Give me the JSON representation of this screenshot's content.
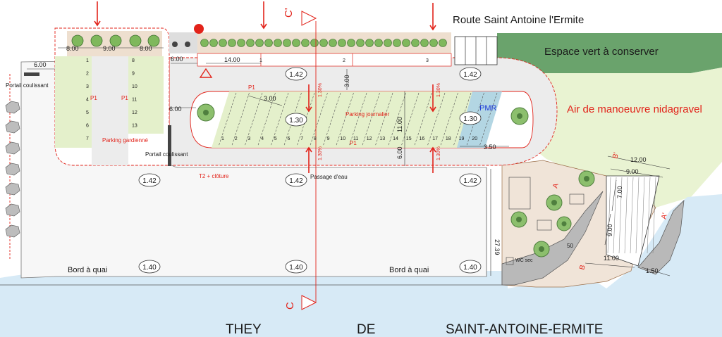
{
  "road_label": "Route Saint Antoine l'Ermite",
  "green_space_label": "Espace vert à conserver",
  "maneuver_area_label": "Air de manoeuvre nidagravel",
  "bottom_text": [
    "THEY",
    "DE",
    "SAINT-ANTOINE-ERMITE"
  ],
  "labels": {
    "portail_left": "Portail coulissant",
    "portail_mid": "Portail coulissant",
    "parking_gardienne": "Parking gardienné",
    "parking_journalier": "Parking journalier",
    "pmr": "PMR",
    "t2_cloture": "T2 + clôture",
    "passage_eau": "Passage d'eau",
    "bord_quai": "Bord à quai",
    "p1": "P1",
    "wc": "WC sec",
    "section_c": "C",
    "section_c_prime": "C'",
    "section_a": "A",
    "section_a_prime": "A'",
    "section_b": "B",
    "section_b_prime": "B'"
  },
  "dimensions": {
    "d600_left": "6.00",
    "d800_a": "8.00",
    "d900": "9.00",
    "d800_b": "8.00",
    "d600_top": "6.00",
    "d1400": "14.00",
    "d300_top": "3.00",
    "d300_slot": "3.00",
    "d600_mid": "6.00",
    "d1100": "11.00",
    "d600_bot": "6.00",
    "d350": "3.50",
    "d1200": "12.00",
    "d900_ramp": "9.00",
    "d700": "7.00",
    "d900_v": "9.00",
    "d1100_b": "11.00",
    "d150": "1.50",
    "d2739": "27.39",
    "d50": "50"
  },
  "slopes": [
    "1.30%",
    "1.30%",
    "1.30%",
    "1.30%"
  ],
  "levels": {
    "top_mid": "1.42",
    "top_right": "1.42",
    "center": "1.30",
    "right": "1.30",
    "mid_left": "1.42",
    "mid_center": "1.42",
    "mid_right": "1.42",
    "quai_left": "1.40",
    "quai_center": "1.40",
    "quai_right": "1.40"
  },
  "left_lot_numbers": [
    "1",
    "2",
    "3",
    "4",
    "5",
    "6",
    "7"
  ],
  "mid_lot_numbers": [
    "8",
    "9",
    "10",
    "11",
    "12",
    "13"
  ],
  "top_row_numbers": [
    "1",
    "2",
    "3"
  ],
  "bottom_row_numbers": [
    "1",
    "2",
    "3",
    "4",
    "5",
    "6",
    "7",
    "8",
    "9",
    "10",
    "11",
    "12",
    "13",
    "14",
    "15",
    "16",
    "17",
    "18",
    "19",
    "20"
  ],
  "colors": {
    "water": "#d7eaf6",
    "green": "#e8f3d6",
    "dark_green": "#6aa36c",
    "red": "#e2231a",
    "asphalt": "#ececec",
    "gravel": "#f0e4d8",
    "pmr": "#b3d6e3"
  }
}
